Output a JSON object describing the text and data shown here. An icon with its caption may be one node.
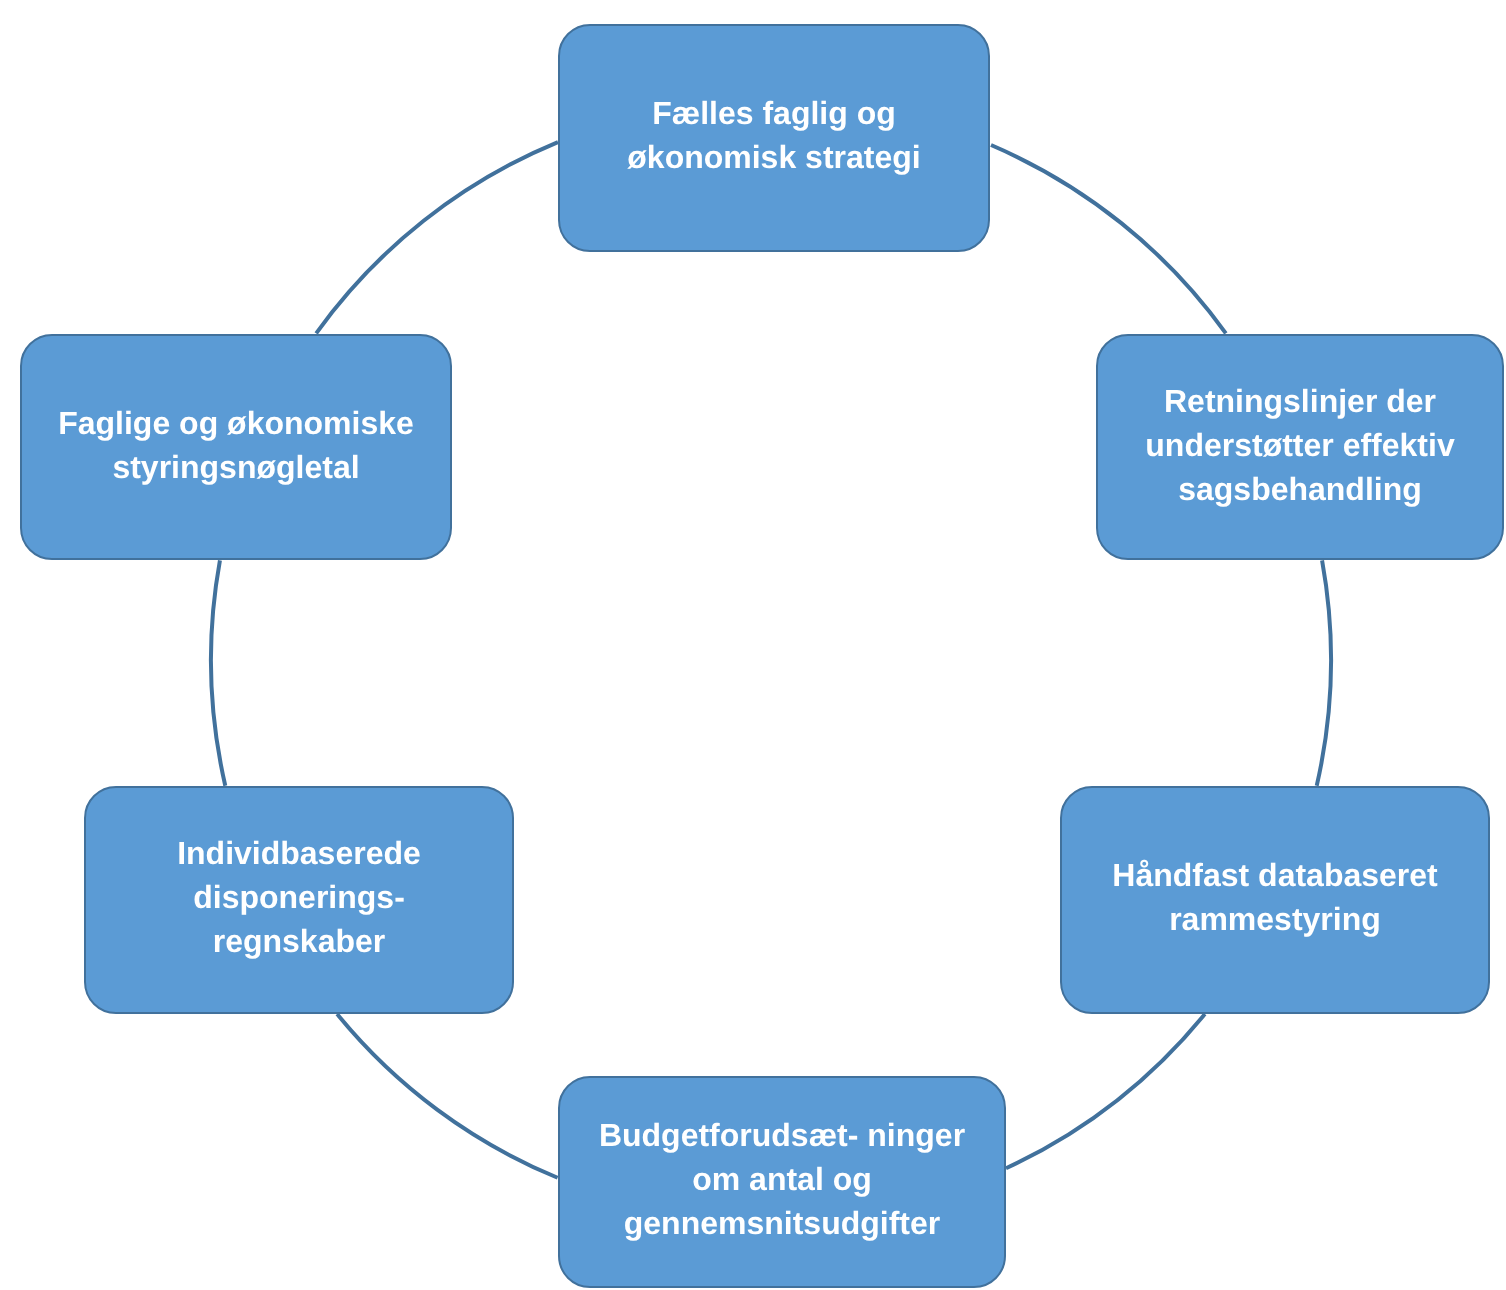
{
  "diagram": {
    "nodes": [
      {
        "text": [
          "Fælles faglig og økonomisk strategi"
        ]
      },
      {
        "text": [
          "Retningslinjer der understøtter effektiv sagsbehandling"
        ]
      },
      {
        "text": [
          "Håndfast databaseret rammestyring"
        ]
      },
      {
        "text": [
          "Budgetforudsæt- ninger om antal og gennemsnitsudgifter"
        ]
      },
      {
        "text": [
          "Individbaserede disponerings- regnskaber"
        ]
      },
      {
        "text": [
          "Faglige og økonomiske styringsnøgletal"
        ]
      }
    ],
    "edges": [
      {
        "from": 0,
        "to": 1,
        "arrow": "none"
      },
      {
        "from": 1,
        "to": 2,
        "arrow": "none"
      },
      {
        "from": 2,
        "to": 3,
        "arrow": "none"
      },
      {
        "from": 3,
        "to": 4,
        "arrow": "none"
      },
      {
        "from": 4,
        "to": 5,
        "arrow": "none"
      },
      {
        "from": 5,
        "to": 0,
        "arrow": "none"
      }
    ]
  }
}
